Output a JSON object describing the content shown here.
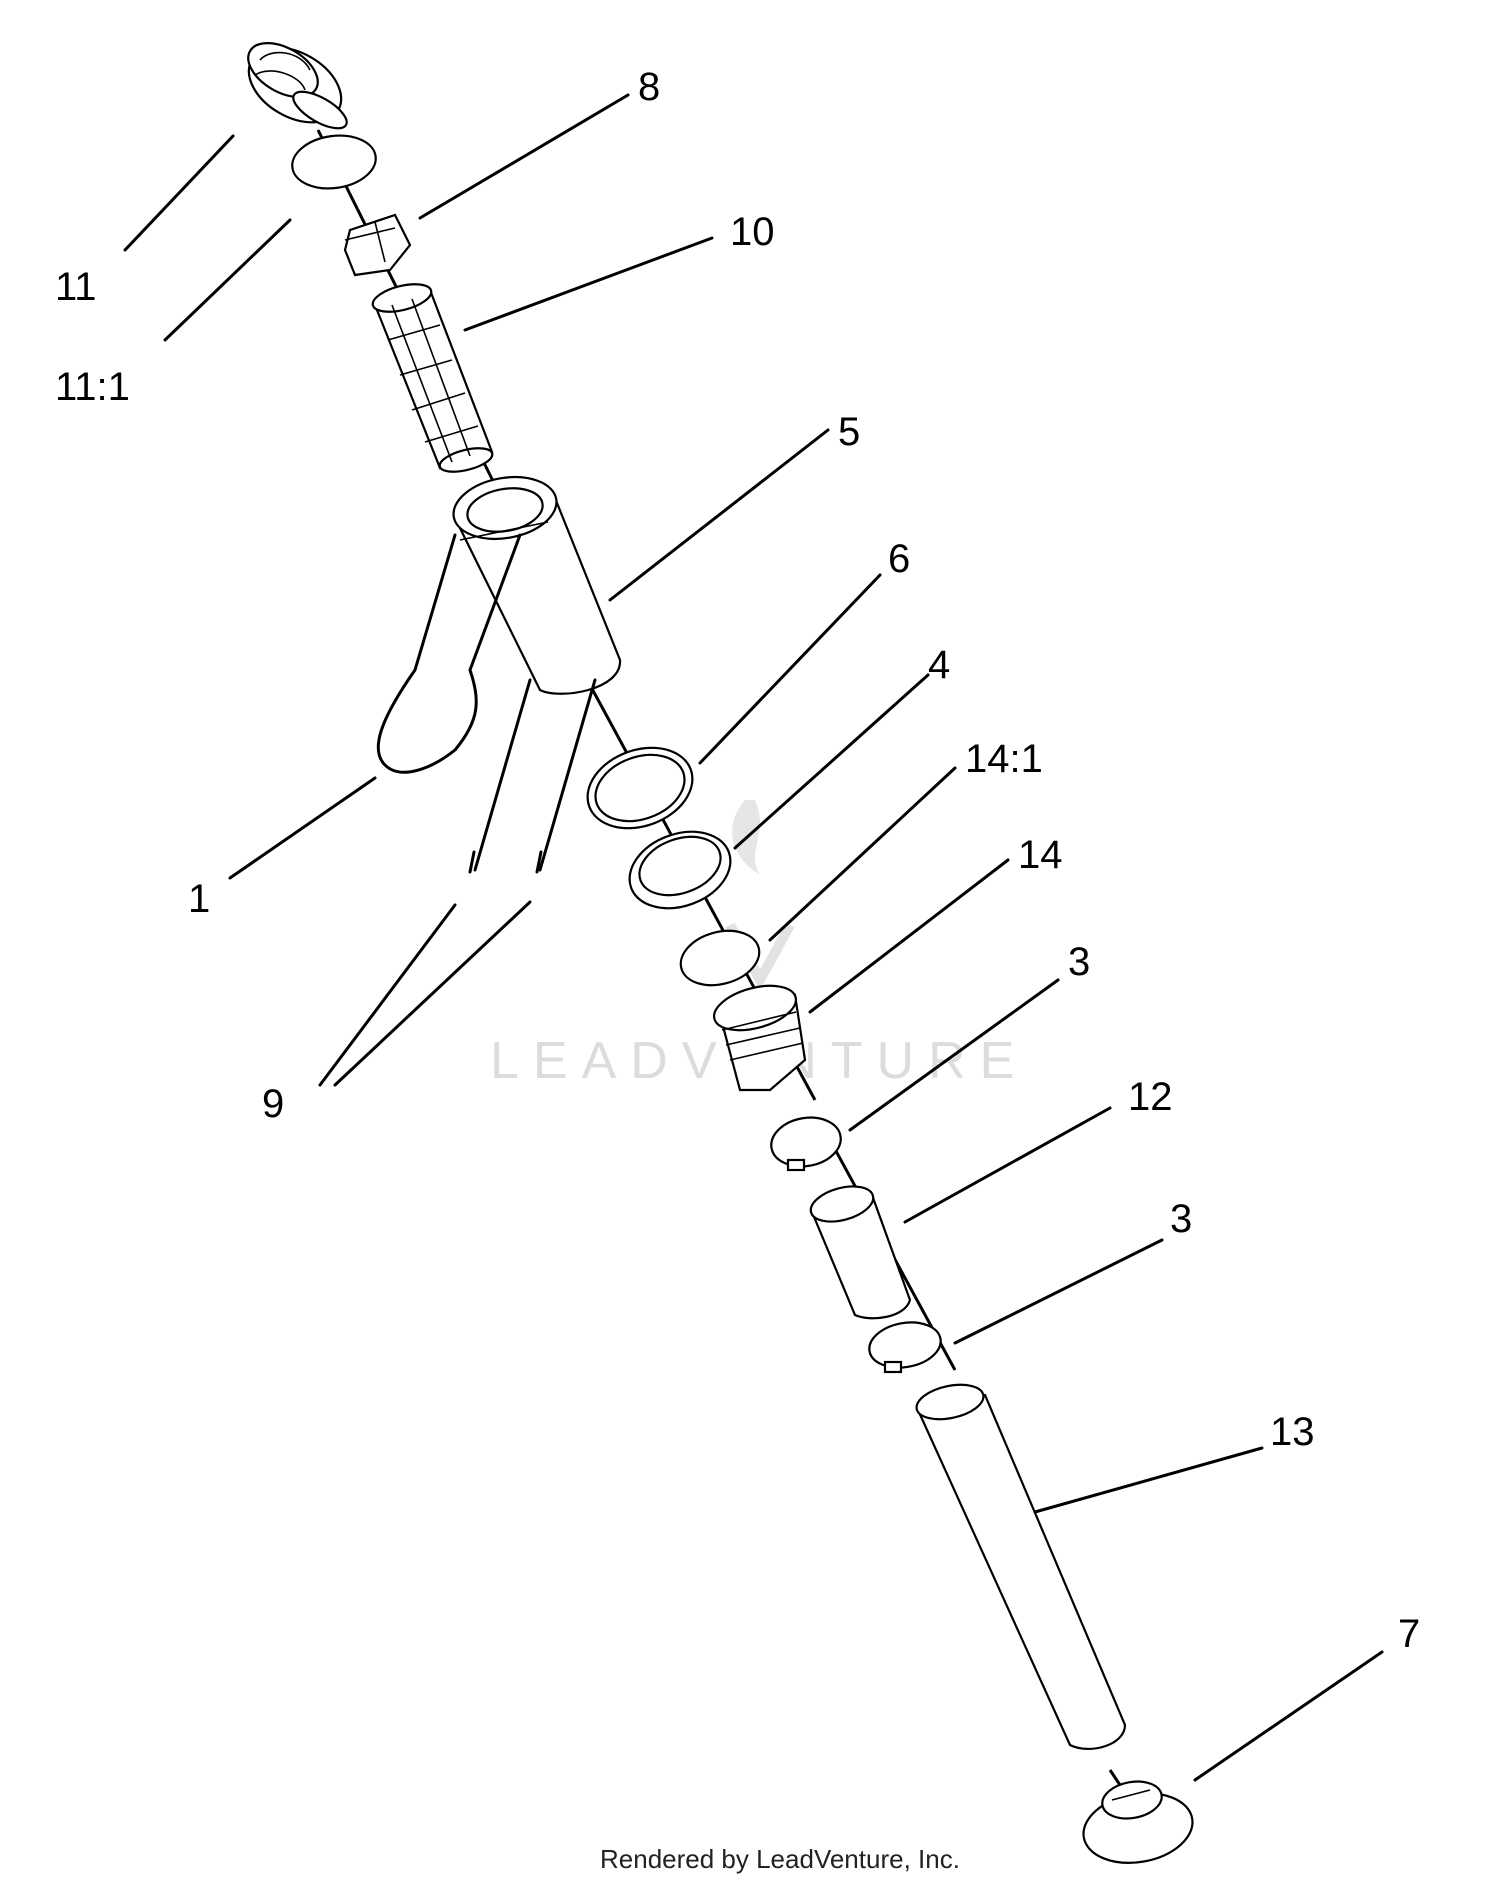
{
  "diagram": {
    "callouts": [
      "11",
      "11:1",
      "8",
      "10",
      "5",
      "1",
      "9",
      "6",
      "4",
      "14:1",
      "14",
      "3",
      "12",
      "3",
      "13",
      "7"
    ],
    "watermark": "LEADVENTURE",
    "footer": "Rendered by LeadVenture, Inc."
  }
}
